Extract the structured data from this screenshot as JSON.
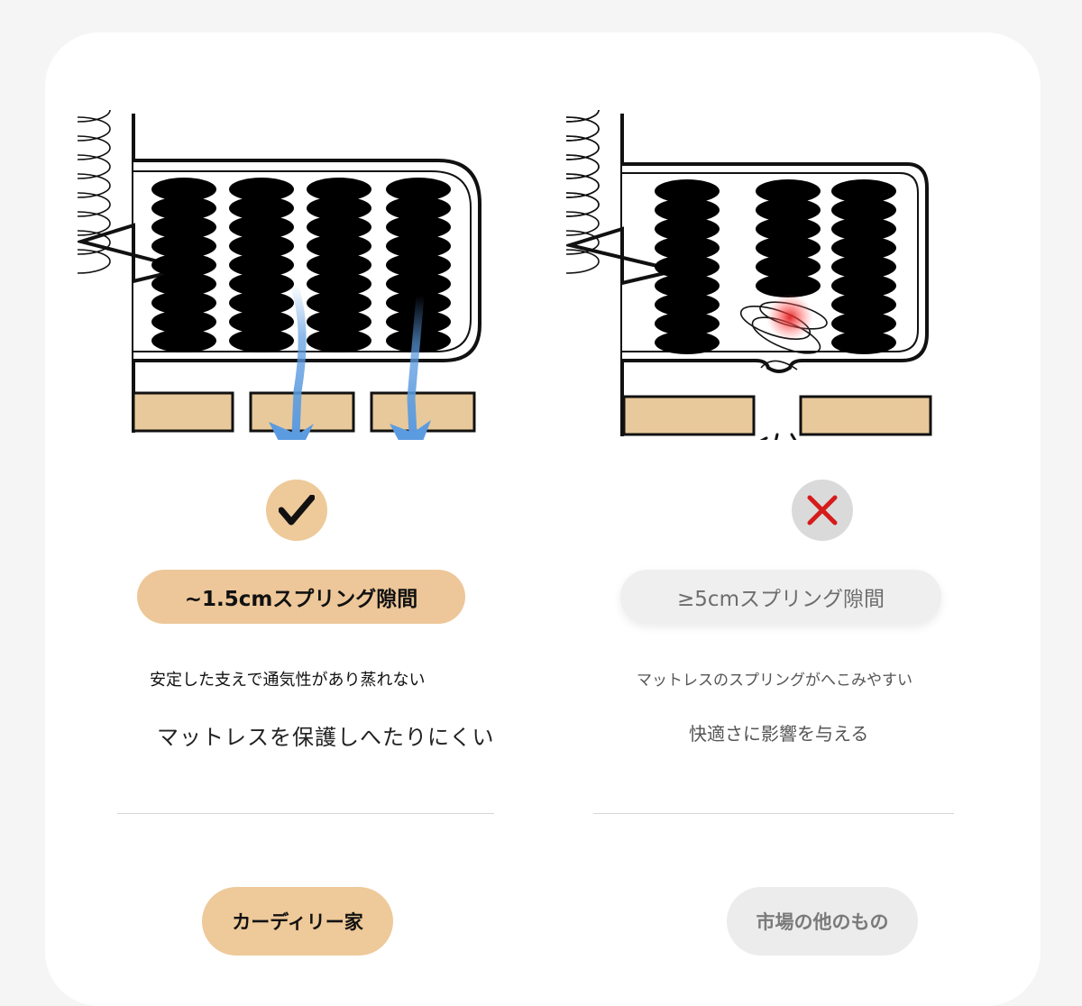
{
  "left": {
    "gap_label": "~1.5cmスプリング隙間",
    "desc_line1": "安定した支えで通気性があり蒸れない",
    "desc_line2": "マットレスを保護しへたりにくい",
    "brand_label": "カーディリー家",
    "status_icon": "checkmark-icon",
    "accent_color": "#eec999"
  },
  "right": {
    "gap_label": "≥5cmスプリング隙間",
    "desc_line1": "マットレスのスプリングがへこみやすい",
    "desc_line2": "快適さに影響を与える",
    "brand_label": "市場の他のもの",
    "status_icon": "cross-icon",
    "accent_color": "#dadada"
  },
  "colors": {
    "slat": "#e8c99b",
    "airflow_arrow": "#5b9be0",
    "cross": "#d61b1b",
    "pressure_point": "#e02020"
  }
}
